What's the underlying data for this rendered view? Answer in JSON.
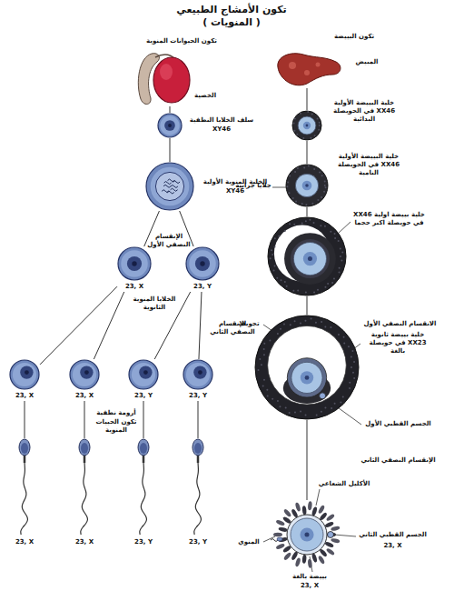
{
  "diagram": {
    "title": "تكون الأمشاج الطبيعي ( المنويات )",
    "nodes": [
      {
        "text": [
          "تكون الحيوانات المنوية",
          "الخصية"
        ]
      },
      {
        "text": [
          "سلف الخلايا النطفية",
          "XY46"
        ]
      },
      {
        "text": [
          "الخلية المنوية الأولية",
          "XY46"
        ]
      },
      {
        "text": [
          "23, X"
        ]
      },
      {
        "text": [
          "23, Y"
        ]
      },
      {
        "text": [
          "23, X"
        ]
      },
      {
        "text": [
          "23, X"
        ]
      },
      {
        "text": [
          "23, Y"
        ]
      },
      {
        "text": [
          "23, Y"
        ]
      },
      {
        "text": [
          "23, X"
        ]
      },
      {
        "text": [
          "23, X"
        ]
      },
      {
        "text": [
          "23, Y"
        ]
      },
      {
        "text": [
          "23, Y"
        ]
      },
      {
        "text": [
          "تكون البييضة",
          "المبيض"
        ]
      },
      {
        "text": [
          "خلية البييضة الأولية XX46 في الحويصلة البدائية"
        ]
      },
      {
        "text": [
          "خلية البييضة الأولية XX46 في الحويصلة النامية"
        ]
      },
      {
        "text": [
          "خلية بييضة اولية XX46 في حويصلة اكبر حجما"
        ]
      },
      {
        "text": [
          "خلية بييضة ثانوية XX23 في حويصلة بالغة"
        ]
      },
      {
        "text": [
          "بييضة بالغة",
          "23, X"
        ]
      }
    ],
    "edges": [
      {
        "from": 0,
        "to": 1,
        "arrow": "none"
      },
      {
        "from": 1,
        "to": 2,
        "arrow": "none"
      },
      {
        "from": 2,
        "to": 3,
        "arrow": "none"
      },
      {
        "from": 2,
        "to": 4,
        "arrow": "none"
      },
      {
        "from": 3,
        "to": 5,
        "arrow": "none"
      },
      {
        "from": 3,
        "to": 6,
        "arrow": "none"
      },
      {
        "from": 4,
        "to": 7,
        "arrow": "none"
      },
      {
        "from": 4,
        "to": 8,
        "arrow": "none"
      },
      {
        "from": 5,
        "to": 9,
        "arrow": "none"
      },
      {
        "from": 6,
        "to": 10,
        "arrow": "none"
      },
      {
        "from": 7,
        "to": 11,
        "arrow": "none"
      },
      {
        "from": 8,
        "to": 12,
        "arrow": "none"
      },
      {
        "from": 13,
        "to": 14,
        "arrow": "none"
      },
      {
        "from": 14,
        "to": 15,
        "arrow": "none"
      },
      {
        "from": 15,
        "to": 16,
        "arrow": "none"
      },
      {
        "from": 16,
        "to": 17,
        "arrow": "none"
      },
      {
        "from": 17,
        "to": 18,
        "arrow": "none"
      }
    ],
    "labels": [
      "الإنقسام النصفي الأول",
      "الخلايا المنوية الثانوية",
      "الإنقسام النصفي الثاني",
      "أرومة نطفية",
      "تكون الحييات المنوية",
      "جلايا جرابية",
      "تجويف",
      "الانقسام النصفي الأول",
      "الجسم القطبي الأول",
      "الإنقسام النصفي الثاني",
      "الأكليل الشعاعي",
      "المنوي",
      "الجسم القطبي الثاني",
      "23, X"
    ]
  }
}
